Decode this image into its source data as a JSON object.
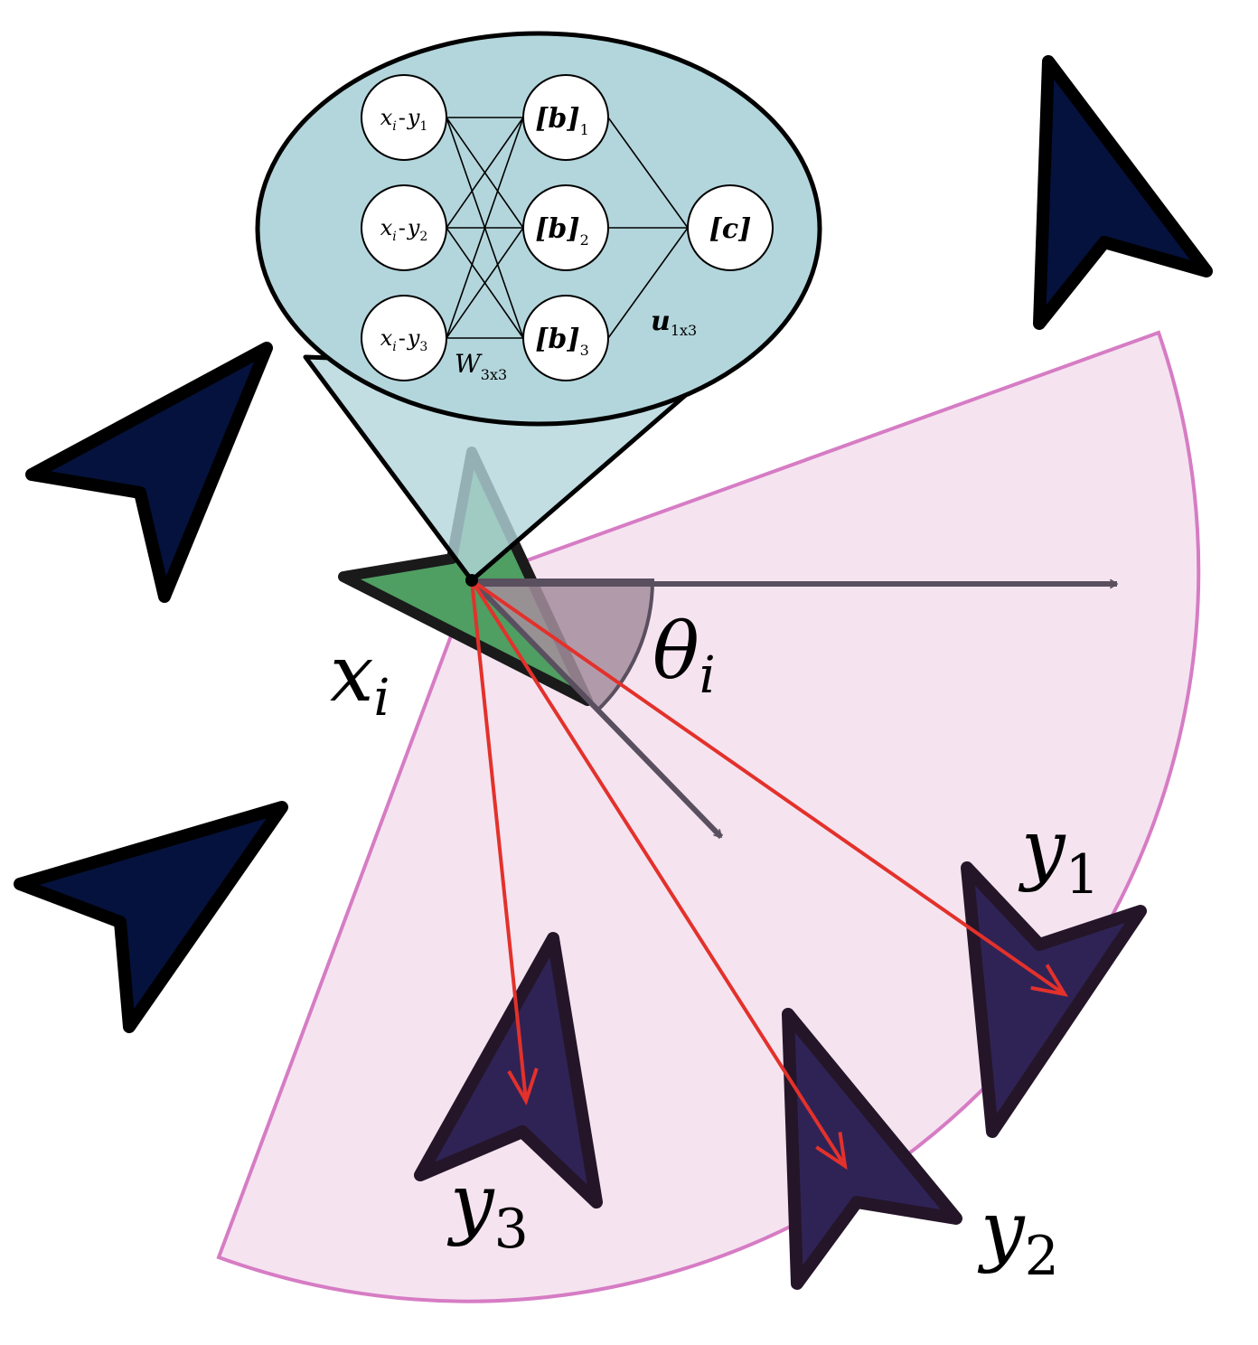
{
  "labels": {
    "agent_label": "x",
    "agent_sub": "i",
    "angle_label": "θ",
    "angle_sub": "i",
    "neighbor1_label": "y",
    "neighbor1_sub": "1",
    "neighbor2_label": "y",
    "neighbor2_sub": "2",
    "neighbor3_label": "y",
    "neighbor3_sub": "3"
  },
  "network": {
    "inputs": [
      {
        "a": "x",
        "a_sub": "i",
        "dash": "-",
        "b": "y",
        "b_sub": "1"
      },
      {
        "a": "x",
        "a_sub": "i",
        "dash": "-",
        "b": "y",
        "b_sub": "2"
      },
      {
        "a": "x",
        "a_sub": "i",
        "dash": "-",
        "b": "y",
        "b_sub": "3"
      }
    ],
    "hidden": [
      {
        "text": "[b]",
        "sub": "1"
      },
      {
        "text": "[b]",
        "sub": "2"
      },
      {
        "text": "[b]",
        "sub": "3"
      }
    ],
    "output": {
      "text": "[c]"
    },
    "weight_label": "W",
    "weight_sub": "3x3",
    "u_label": "u",
    "u_sub": "1x3"
  },
  "colors": {
    "sector_fill": "#f5e4f0",
    "sector_stroke": "#d67cc4",
    "bubble_fill": "#b3d6dc",
    "agent_fill": "#4f9e62",
    "neighbor_fill": "#2f2356",
    "other_fill": "#05123d",
    "red_arrow": "#e3312b",
    "gray_arrow": "#5a4f5f",
    "angle_fill": "#a48e9e"
  }
}
